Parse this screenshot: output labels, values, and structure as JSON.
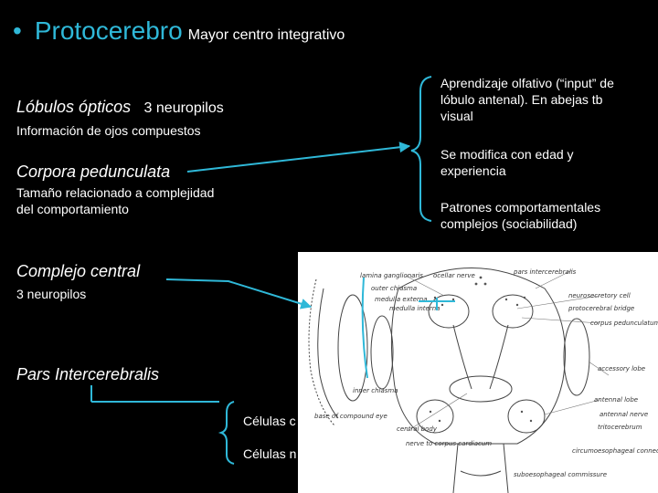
{
  "title": {
    "bullet": "•",
    "main": "Protocerebro",
    "subtitle": "Mayor centro integrativo"
  },
  "left": {
    "optic_lobes": "Lóbulos ópticos",
    "optic_neuropils": "3 neuropilos",
    "optic_info": "Información de ojos compuestos",
    "corpora": "Corpora pedunculata",
    "corpora_desc_1": "Tamaño relacionado a complejidad",
    "corpora_desc_2": "del comportamiento",
    "central": "Complejo central",
    "central_neuropils": "3 neuropilos",
    "pars": "Pars Intercerebralis",
    "cells_1": "Células c",
    "cells_2": "Células n"
  },
  "right": {
    "item1_l1": "Aprendizaje olfativo (“input” de",
    "item1_l2": "lóbulo antenal). En abejas tb",
    "item1_l3": "visual",
    "item2_l1": "Se modifica con edad y",
    "item2_l2": "experiencia",
    "item3_l1": "Patrones comportamentales",
    "item3_l2": "complejos (sociabilidad)"
  },
  "diagram_labels": {
    "lamina": "lamina ganglionaris",
    "ocellar": "ocellar nerve",
    "pars_inter": "pars intercerebralis",
    "outer_chiasma": "outer chiasma",
    "neurosecretory": "neurosecretory cell",
    "medulla_externa": "medulla externa",
    "protocerebral_bridge": "protocerebral bridge",
    "medulla_interna": "medulla interna",
    "corpus_pedunculatum": "corpus pedunculatum",
    "central_body": "central body",
    "antennal_lobe": "antennal lobe",
    "inner_chiasma": "inner chiasma",
    "antennal_nerve": "antennal nerve",
    "base_eye": "base of compound eye",
    "tritocerebrum": "tritocerebrum",
    "nerve_corpus": "nerve to corpus cardiacum",
    "circumoesophageal": "circumoesophageal connective",
    "suboesophageal": "suboesophageal commissure",
    "accessory_lobe": "accessory lobe"
  }
}
